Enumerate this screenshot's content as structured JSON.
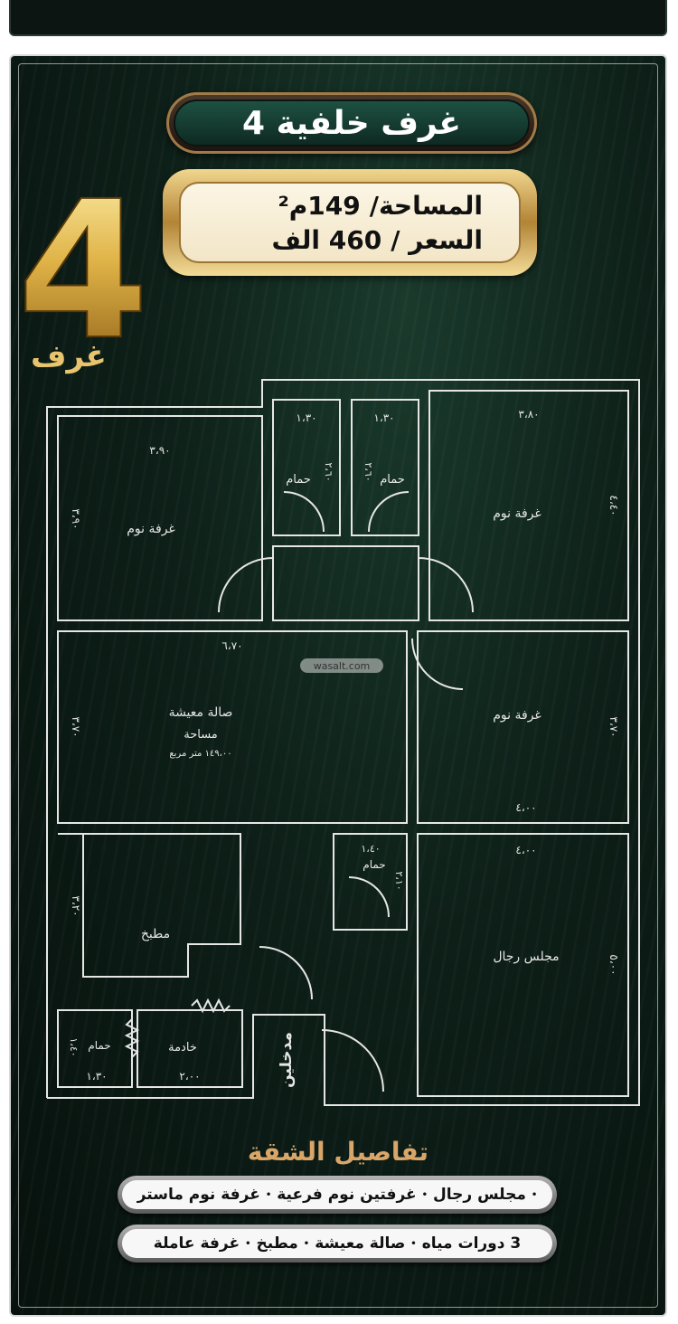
{
  "header": {
    "title": "4 غرف خلفية"
  },
  "info": {
    "area_label": "المساحة/",
    "area_value": "149م²",
    "price_label": "السعر /",
    "price_value": "460 الف"
  },
  "badge": {
    "number": "4",
    "label": "غرف"
  },
  "watermark": "wasalt.com",
  "plan": {
    "rooms": {
      "bedroom_1": "غرفة نوم",
      "bedroom_2": "غرفة نوم",
      "bedroom_3": "غرفة نوم",
      "bath_1": "حمام",
      "bath_2": "حمام",
      "bath_3": "حمام",
      "bath_4": "حمام",
      "living": "صالة معيشة",
      "area_caption": "مساحة",
      "area_value": "١٤٩،٠٠ متر مربع",
      "kitchen": "مطبخ",
      "maid": "خادمة",
      "majlis": "مجلس رجال",
      "entrance": "مدخلين"
    },
    "dims": {
      "bed1_w": "٣،٩٠",
      "bed1_h": "٣،٩٠",
      "bath1_w": "١،٣٠",
      "bath1_h": "٢،٦٠",
      "bath2_w": "١،٣٠",
      "bath2_h": "٢،٦٠",
      "bed2_w": "٣،٨٠",
      "bed2_h": "٤،٤٠",
      "living_w": "٦،٧٠",
      "living_h": "٣،٧٠",
      "bed3_w": "٤،٠٠",
      "bed3_h": "٣،٧٠",
      "kitchen_h": "٣،٢٠",
      "bath3_w": "١،٤٠",
      "bath3_h": "٢،١٠",
      "majlis_w": "٤،٠٠",
      "majlis_h": "٥،٠٠",
      "bath4_w": "١،٣٠",
      "bath4_h": "١،٤٠",
      "maid_w": "٢،٠٠"
    }
  },
  "details": {
    "title": "تفاصيل الشقة",
    "line1": [
      "مجلس رجال",
      "غرفتين نوم فرعية",
      "غرفة نوم ماستر"
    ],
    "line2": [
      "3 دورات مياه",
      "صالة معيشة",
      "مطبخ",
      "غرفة عاملة"
    ]
  },
  "colors": {
    "background": "#0d1f18",
    "gold": "#d9a66a",
    "line": "#e6e6e6"
  }
}
